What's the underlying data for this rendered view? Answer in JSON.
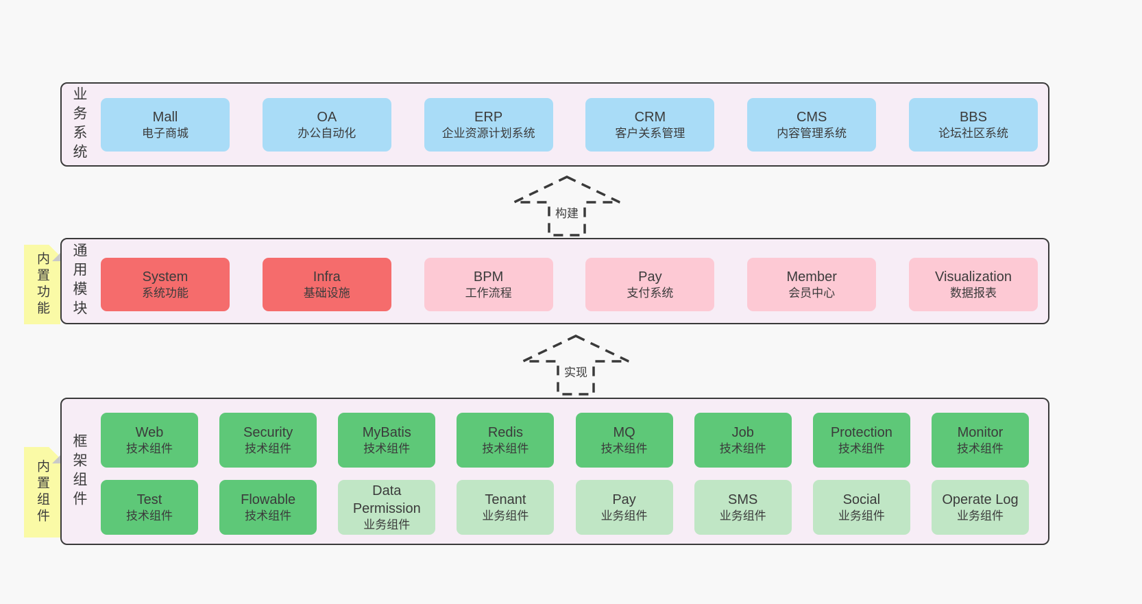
{
  "palette": {
    "page_bg": "#f8f8f8",
    "layer_bg": "#f7edf6",
    "layer_border": "#3a3a3a",
    "blue": "#a9dcf7",
    "red": "#f56c6c",
    "pink": "#fdc9d4",
    "green": "#5ec878",
    "light_green": "#c0e6c5",
    "note_yellow": "#fafaa6",
    "note_fold": "#c9c9c9",
    "text": "#3b3b3b"
  },
  "arrows": [
    {
      "label": "构建"
    },
    {
      "label": "实现"
    }
  ],
  "layers": {
    "business": {
      "label": "业务系统",
      "boxes": [
        {
          "name": "Mall",
          "desc": "电子商城",
          "variant": "blue"
        },
        {
          "name": "OA",
          "desc": "办公自动化",
          "variant": "blue"
        },
        {
          "name": "ERP",
          "desc": "企业资源计划系统",
          "variant": "blue"
        },
        {
          "name": "CRM",
          "desc": "客户关系管理",
          "variant": "blue"
        },
        {
          "name": "CMS",
          "desc": "内容管理系统",
          "variant": "blue"
        },
        {
          "name": "BBS",
          "desc": "论坛社区系统",
          "variant": "blue"
        }
      ]
    },
    "modules": {
      "label": "通用模块",
      "note": "内置功能",
      "boxes": [
        {
          "name": "System",
          "desc": "系统功能",
          "variant": "red"
        },
        {
          "name": "Infra",
          "desc": "基础设施",
          "variant": "red"
        },
        {
          "name": "BPM",
          "desc": "工作流程",
          "variant": "pink"
        },
        {
          "name": "Pay",
          "desc": "支付系统",
          "variant": "pink"
        },
        {
          "name": "Member",
          "desc": "会员中心",
          "variant": "pink"
        },
        {
          "name": "Visualization",
          "desc": "数据报表",
          "variant": "pink"
        }
      ]
    },
    "components": {
      "label": "框架组件",
      "note": "内置组件",
      "rows": [
        [
          {
            "name": "Web",
            "desc": "技术组件",
            "variant": "green"
          },
          {
            "name": "Security",
            "desc": "技术组件",
            "variant": "green"
          },
          {
            "name": "MyBatis",
            "desc": "技术组件",
            "variant": "green"
          },
          {
            "name": "Redis",
            "desc": "技术组件",
            "variant": "green"
          },
          {
            "name": "MQ",
            "desc": "技术组件",
            "variant": "green"
          },
          {
            "name": "Job",
            "desc": "技术组件",
            "variant": "green"
          },
          {
            "name": "Protection",
            "desc": "技术组件",
            "variant": "green"
          },
          {
            "name": "Monitor",
            "desc": "技术组件",
            "variant": "green"
          }
        ],
        [
          {
            "name": "Test",
            "desc": "技术组件",
            "variant": "green"
          },
          {
            "name": "Flowable",
            "desc": "技术组件",
            "variant": "green"
          },
          {
            "name": "Data Permission",
            "desc": "业务组件",
            "variant": "light_green"
          },
          {
            "name": "Tenant",
            "desc": "业务组件",
            "variant": "light_green"
          },
          {
            "name": "Pay",
            "desc": "业务组件",
            "variant": "light_green"
          },
          {
            "name": "SMS",
            "desc": "业务组件",
            "variant": "light_green"
          },
          {
            "name": "Social",
            "desc": "业务组件",
            "variant": "light_green"
          },
          {
            "name": "Operate Log",
            "desc": "业务组件",
            "variant": "light_green"
          }
        ]
      ]
    }
  }
}
